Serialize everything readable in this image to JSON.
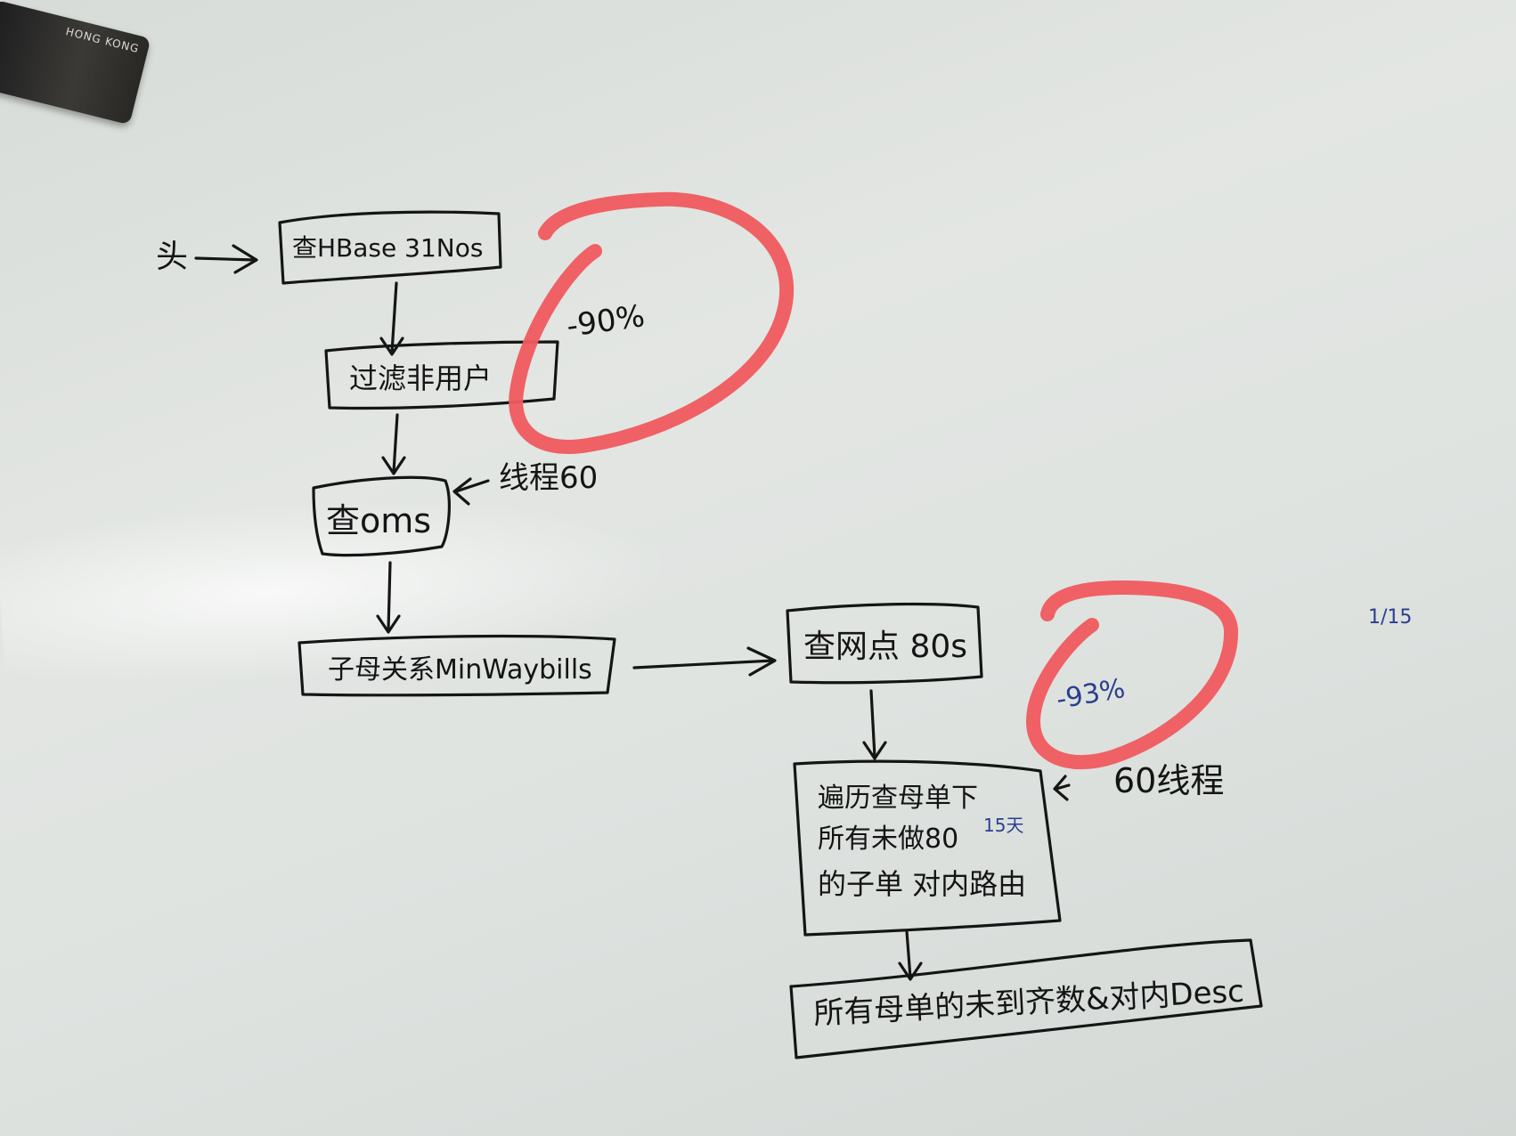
{
  "magnet": {
    "label": "HONG KONG"
  },
  "nodes": {
    "input": "头",
    "query_hbase": "查HBase 31Nos",
    "filter": "过滤非用户",
    "query_oms": "查oms",
    "relation": "子母关系MinWaybills",
    "query_site": "查网点 80s",
    "traverse_line1": "遍历查母单下",
    "traverse_line2": "所有未做80",
    "traverse_line3": "的子单 对内路由",
    "final": "所有母单的未到齐数&对内Desc"
  },
  "annotations": {
    "pct_top": "-90%",
    "pct_bottom": "-93%",
    "thread_top": "线程60",
    "thread_bottom": "60线程",
    "days": "15天",
    "fraction": "1/15"
  },
  "colors": {
    "ink": "#151515",
    "highlight": "#ef5a5e",
    "blue_ink": "#2a3f8f"
  }
}
